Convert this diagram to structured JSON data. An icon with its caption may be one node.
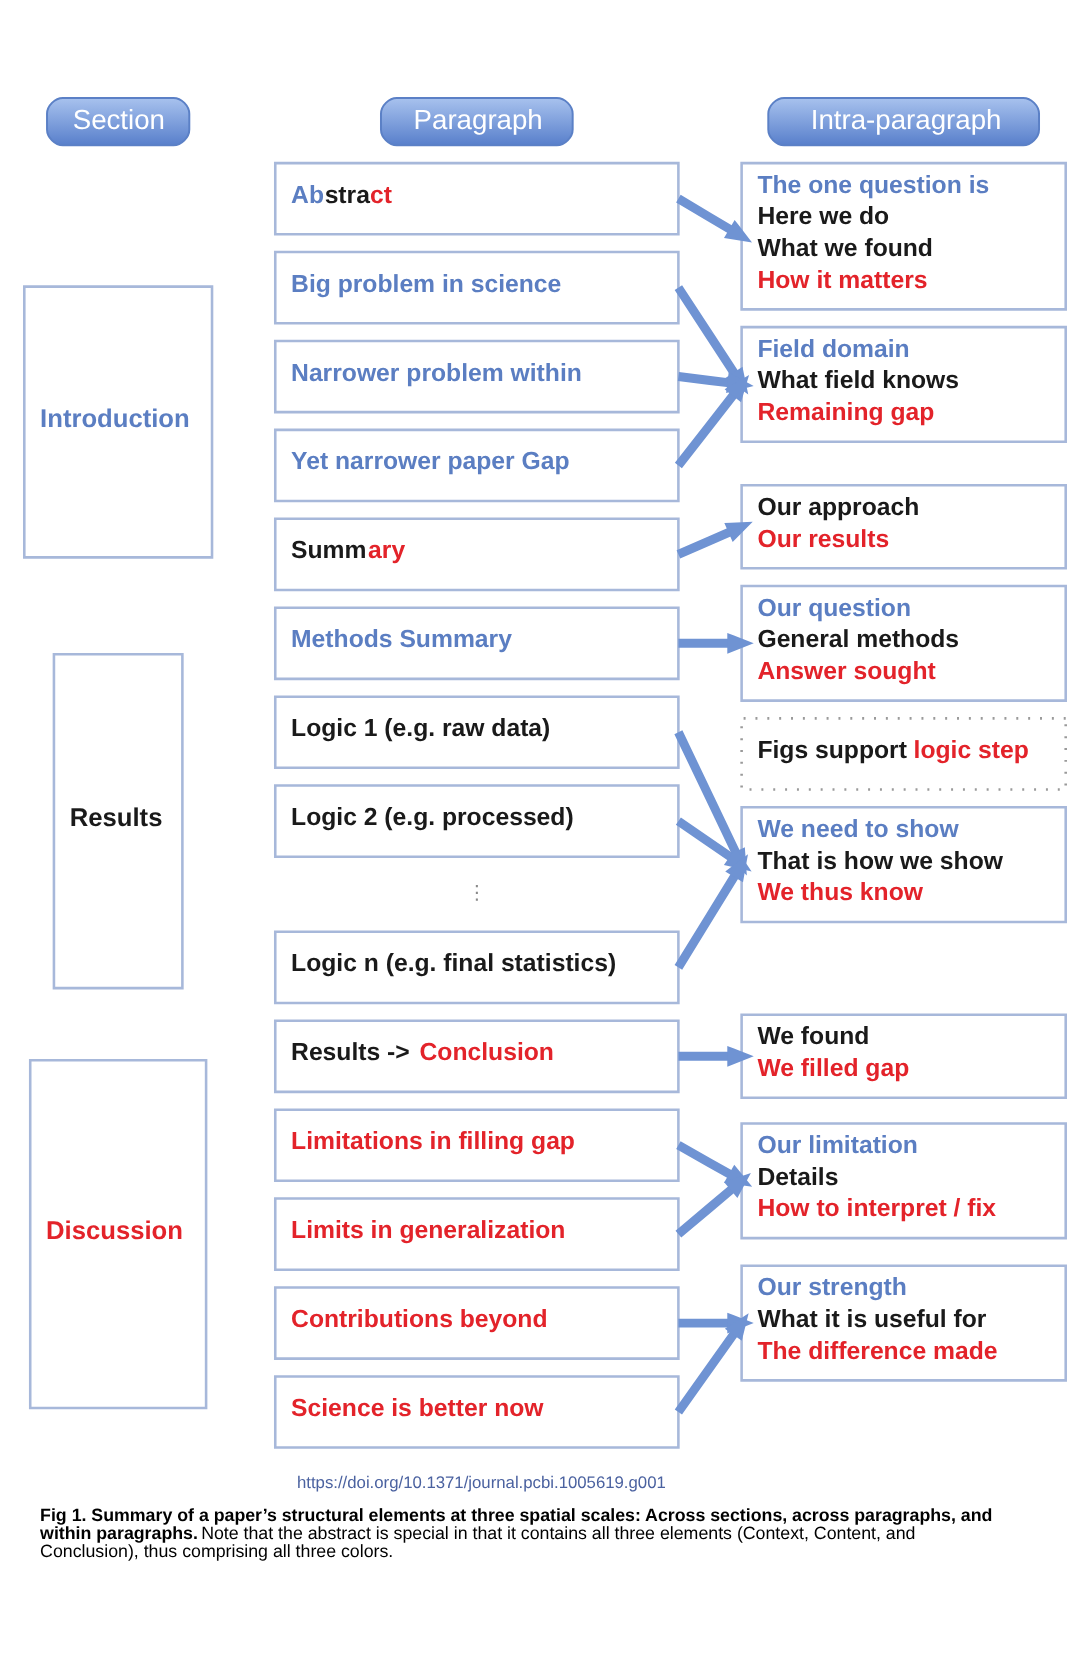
{
  "diagram": {
    "caption": "**Fig 1. Summary of a paper’s structural elements at three spatial scales: Across sections, across paragraphs, and within paragraphs.** Note that the abstract is special in that it contains all three elements (Context, Content, and Conclusion), thus comprising all three colors.",
    "nodes": [
      {
        "text": [
          "Section"
        ]
      },
      {
        "text": [
          "Paragraph"
        ]
      },
      {
        "text": [
          "Intra-paragraph"
        ]
      },
      {
        "text": [
          "Abstract"
        ]
      },
      {
        "text": [
          "The one question is",
          "Here we do",
          "What we found",
          "How it matters"
        ]
      },
      {
        "text": [
          "Introduction"
        ]
      },
      {
        "text": [
          "Big problem in science"
        ]
      },
      {
        "text": [
          "Field domain",
          "What field knows",
          "Remaining gap"
        ]
      },
      {
        "text": [
          "Narrower problem within"
        ]
      },
      {
        "text": [
          "Yet narrower paper Gap"
        ]
      },
      {
        "text": [
          "Summary"
        ]
      },
      {
        "text": [
          "Our approach",
          "Our results"
        ]
      },
      {
        "text": [
          "Results"
        ]
      },
      {
        "text": [
          "Methods Summary"
        ]
      },
      {
        "text": [
          "Our question",
          "General methods",
          "Answer sought"
        ]
      },
      {
        "text": [
          "Logic 1 (e.g. raw data)"
        ]
      },
      {
        "text": [
          "Logic 2 (e.g. processed)"
        ]
      },
      {
        "text": [
          "Figs support logic step"
        ]
      },
      {
        "text": [
          "We need to show",
          "That is how we show",
          "We thus know"
        ]
      },
      {
        "text": [
          "Logic n (e.g. final statistics)"
        ]
      },
      {
        "text": [
          "Discussion"
        ]
      },
      {
        "text": [
          "Results -> Conclusion"
        ]
      },
      {
        "text": [
          "We found",
          "We filled gap"
        ]
      },
      {
        "text": [
          "Limitations in filling gap"
        ]
      },
      {
        "text": [
          "Our limitation",
          "Details",
          "How to interpret / fix"
        ]
      },
      {
        "text": [
          "Limits in generalization"
        ]
      },
      {
        "text": [
          "Contributions beyond"
        ]
      },
      {
        "text": [
          "Our strength",
          "What it is useful for",
          "The difference made"
        ]
      },
      {
        "text": [
          "Science is better now"
        ]
      }
    ],
    "edges": [
      {
        "from": 3,
        "to": 4,
        "arrow": "to"
      },
      {
        "from": 6,
        "to": 7,
        "arrow": "to"
      },
      {
        "from": 8,
        "to": 7,
        "arrow": "to"
      },
      {
        "from": 9,
        "to": 7,
        "arrow": "to"
      },
      {
        "from": 10,
        "to": 11,
        "arrow": "to"
      },
      {
        "from": 13,
        "to": 14,
        "arrow": "to"
      },
      {
        "from": 15,
        "to": 18,
        "arrow": "to"
      },
      {
        "from": 16,
        "to": 18,
        "arrow": "to"
      },
      {
        "from": 19,
        "to": 18,
        "arrow": "to"
      },
      {
        "from": 21,
        "to": 22,
        "arrow": "to"
      },
      {
        "from": 23,
        "to": 24,
        "arrow": "to"
      },
      {
        "from": 25,
        "to": 24,
        "arrow": "to"
      },
      {
        "from": 26,
        "to": 27,
        "arrow": "to"
      },
      {
        "from": 28,
        "to": 27,
        "arrow": "to"
      }
    ],
    "labels": [
      "⋮",
      "https://doi.org/10.1371/journal.pcbi.1005619.g001"
    ]
  }
}
